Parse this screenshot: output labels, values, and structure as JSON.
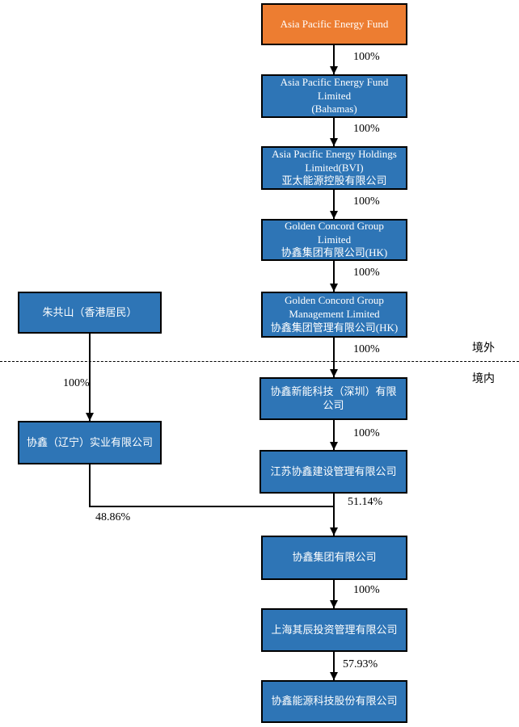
{
  "regions": {
    "offshore": "境外",
    "onshore": "境内"
  },
  "colors": {
    "root_fill": "#ED7D31",
    "node_fill": "#2E75B6",
    "node_border": "#000000",
    "node_text": "#FFFFFF",
    "label_text": "#000000"
  },
  "nodes": [
    {
      "id": "asia-pacific-energy-fund",
      "text": "Asia Pacific Energy Fund"
    },
    {
      "id": "asia-pacific-energy-fund-limited",
      "text": "Asia Pacific Energy Fund\nLimited\n(Bahamas)"
    },
    {
      "id": "asia-pacific-energy-holdings",
      "text": "Asia Pacific Energy Holdings\nLimited(BVI)\n亚太能源控股有限公司"
    },
    {
      "id": "golden-concord-group",
      "text": "Golden Concord Group Limited\n协鑫集团有限公司(HK)"
    },
    {
      "id": "golden-concord-group-management",
      "text": "Golden Concord Group\nManagement Limited\n协鑫集团管理有限公司(HK)"
    },
    {
      "id": "xiexin-xinneng-shenzhen",
      "text": "协鑫新能科技（深圳）有限公司"
    },
    {
      "id": "jiangsu-xiexin-construction",
      "text": "江苏协鑫建设管理有限公司"
    },
    {
      "id": "xiexin-group",
      "text": "协鑫集团有限公司"
    },
    {
      "id": "shanghai-qichen-investment",
      "text": "上海其辰投资管理有限公司"
    },
    {
      "id": "xiexin-energy-technology",
      "text": "协鑫能源科技股份有限公司"
    },
    {
      "id": "zhu-gongshan",
      "text": "朱共山（香港居民）"
    },
    {
      "id": "xiexin-liaoning-industrial",
      "text": "协鑫（辽宁）实业有限公司"
    }
  ],
  "edges": [
    {
      "from": "asia-pacific-energy-fund",
      "to": "asia-pacific-energy-fund-limited",
      "label": "100%"
    },
    {
      "from": "asia-pacific-energy-fund-limited",
      "to": "asia-pacific-energy-holdings",
      "label": "100%"
    },
    {
      "from": "asia-pacific-energy-holdings",
      "to": "golden-concord-group",
      "label": "100%"
    },
    {
      "from": "golden-concord-group",
      "to": "golden-concord-group-management",
      "label": "100%"
    },
    {
      "from": "golden-concord-group-management",
      "to": "xiexin-xinneng-shenzhen",
      "label": "100%"
    },
    {
      "from": "xiexin-xinneng-shenzhen",
      "to": "jiangsu-xiexin-construction",
      "label": "100%"
    },
    {
      "from": "jiangsu-xiexin-construction",
      "to": "xiexin-group",
      "label": "51.14%"
    },
    {
      "from": "xiexin-group",
      "to": "shanghai-qichen-investment",
      "label": "100%"
    },
    {
      "from": "shanghai-qichen-investment",
      "to": "xiexin-energy-technology",
      "label": "57.93%"
    },
    {
      "from": "zhu-gongshan",
      "to": "xiexin-liaoning-industrial",
      "label": "100%"
    },
    {
      "from": "xiexin-liaoning-industrial",
      "to": "xiexin-group",
      "label": "48.86%"
    }
  ]
}
